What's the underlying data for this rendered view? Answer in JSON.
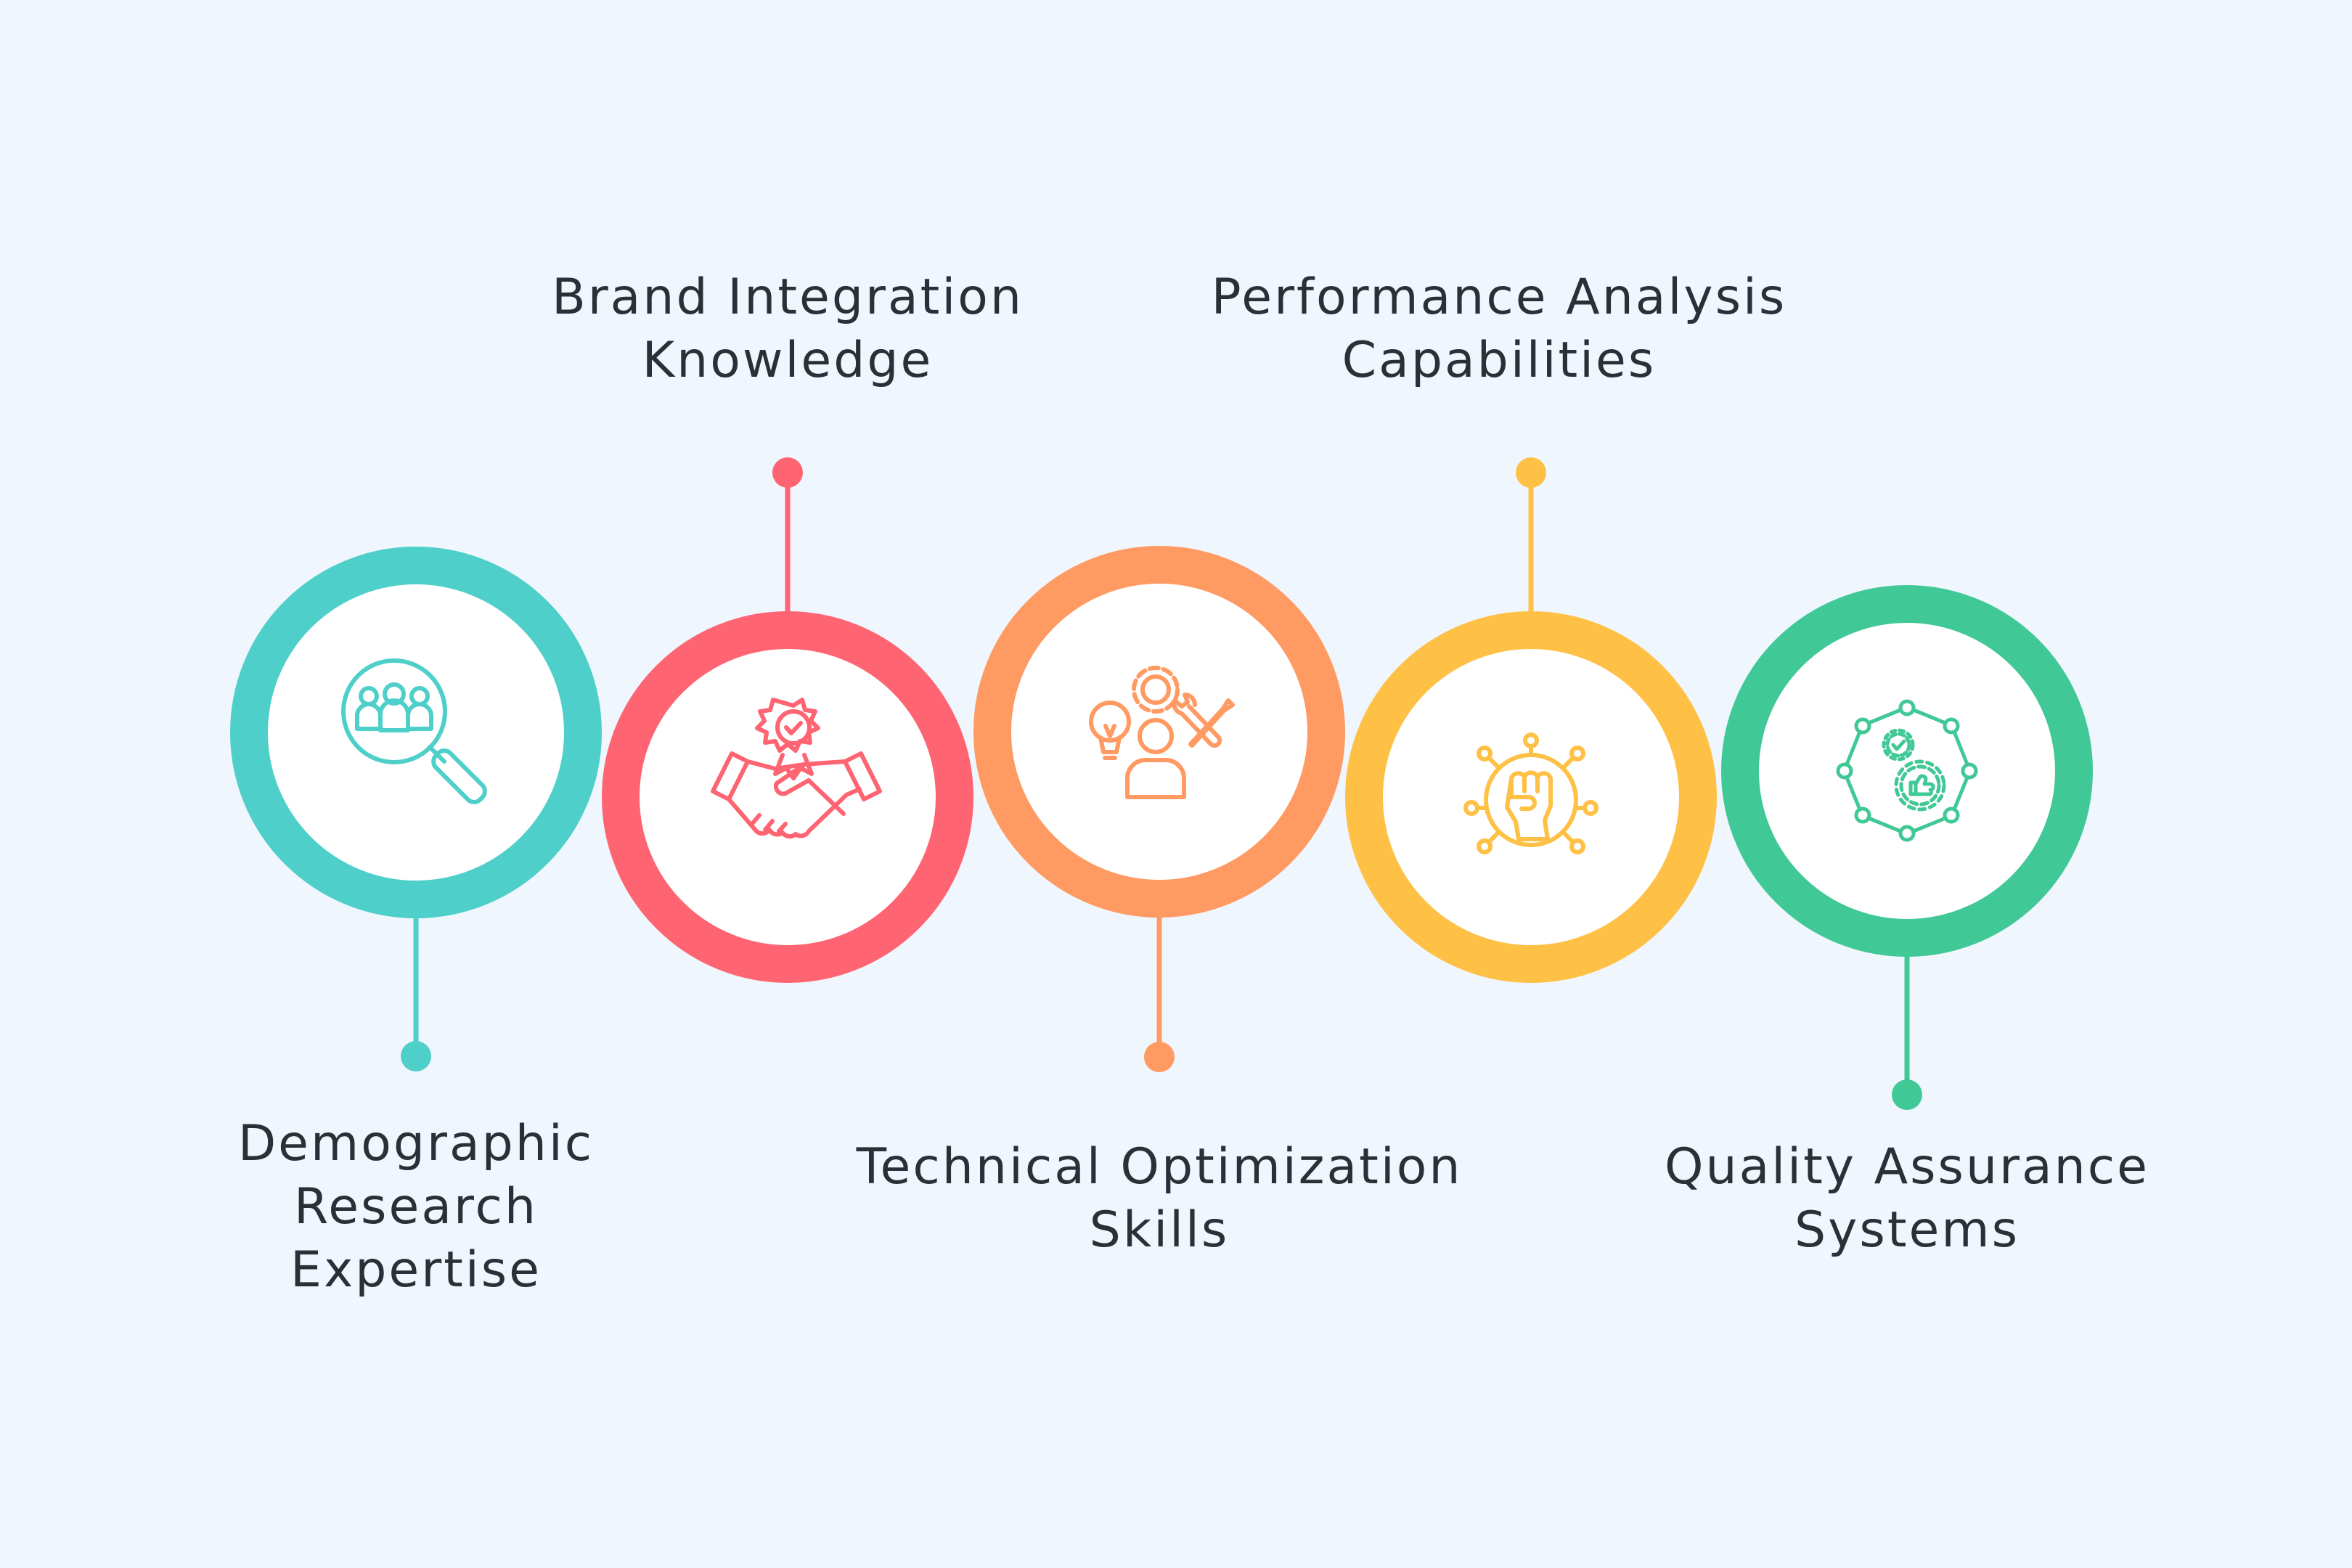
{
  "colors": {
    "background": "#f0f6fd",
    "text": "#2b2f36"
  },
  "steps": [
    {
      "id": "demographic",
      "lines": [
        "Demographic",
        "Research",
        "Expertise"
      ],
      "color": "#4ecfc9",
      "icon": "magnifier-people-icon"
    },
    {
      "id": "brand",
      "lines": [
        "Brand Integration",
        "Knowledge"
      ],
      "color": "#fe6472",
      "icon": "handshake-badge-icon"
    },
    {
      "id": "technical",
      "lines": [
        "Technical Optimization",
        "Skills"
      ],
      "color": "#fe9a62",
      "icon": "person-tools-icon"
    },
    {
      "id": "performance",
      "lines": [
        "Performance Analysis",
        "Capabilities"
      ],
      "color": "#fec045",
      "icon": "fist-network-icon"
    },
    {
      "id": "quality",
      "lines": [
        "Quality Assurance",
        "Systems"
      ],
      "color": "#40c896",
      "icon": "gear-network-icon"
    }
  ]
}
